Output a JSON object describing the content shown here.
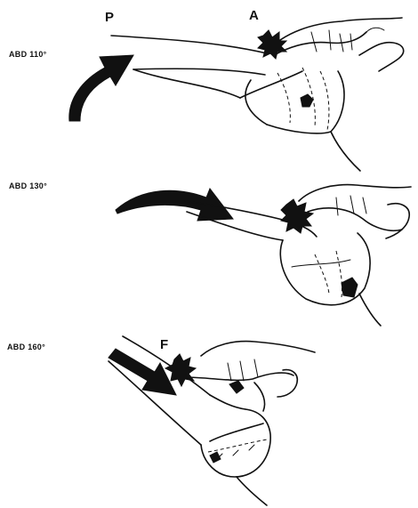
{
  "panels": [
    {
      "label": "ABD 110°",
      "markers": [
        "P",
        "A"
      ]
    },
    {
      "label": "ABD 130°",
      "markers": []
    },
    {
      "label": "ABD 160°",
      "markers": [
        "F"
      ]
    }
  ]
}
